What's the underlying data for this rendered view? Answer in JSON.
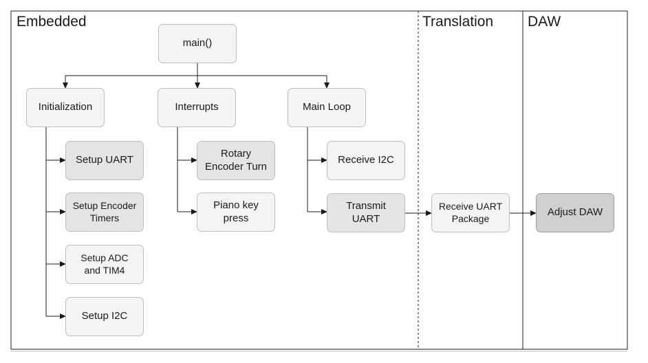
{
  "sections": {
    "embedded": "Embedded",
    "translation": "Translation",
    "daw": "DAW"
  },
  "nodes": {
    "main": "main()",
    "initialization": "Initialization",
    "interrupts": "Interrupts",
    "main_loop": "Main Loop",
    "setup_uart": "Setup UART",
    "setup_encoder_timers": "Setup Encoder\nTimers",
    "setup_adc_tim4": "Setup ADC\nand TIM4",
    "setup_i2c": "Setup I2C",
    "rotary_encoder_turn": "Rotary\nEncoder Turn",
    "piano_key_press": "Piano key\npress",
    "receive_i2c": "Receive I2C",
    "transmit_uart": "Transmit\nUART",
    "receive_uart_package": "Receive UART\nPackage",
    "adjust_daw": "Adjust DAW"
  }
}
